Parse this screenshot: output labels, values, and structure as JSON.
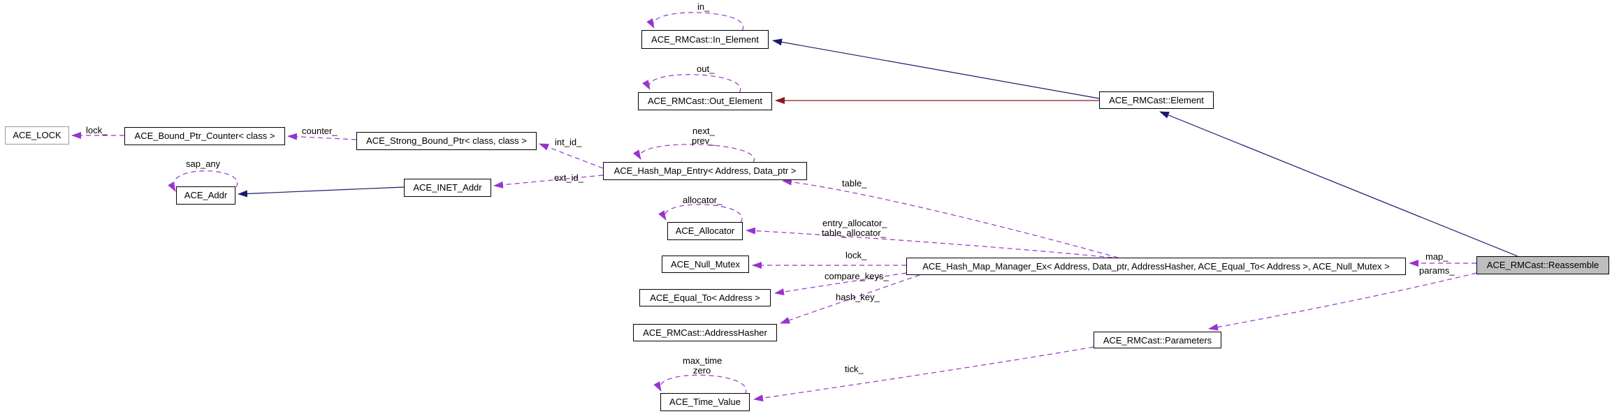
{
  "diagram": {
    "type": "doxygen-collaboration-graph",
    "highlighted_node": "ACE_RMCast::Reassemble",
    "colors": {
      "background": "#ffffff",
      "node_fill": "#ffffff",
      "node_border": "#000000",
      "template_node_border": "#9a9a9a",
      "highlight_node_fill": "#bebebe",
      "inheritance_edge": "#191970",
      "private_inheritance_edge": "#8b1a1a",
      "usage_edge": "#9a32cd",
      "text": "#000000"
    },
    "nodes": [
      {
        "id": "ace-lock",
        "label": "ACE_LOCK"
      },
      {
        "id": "bound-ptr-counter",
        "label": "ACE_Bound_Ptr_Counter< class >"
      },
      {
        "id": "strong-bound-ptr",
        "label": "ACE_Strong_Bound_Ptr< class, class >"
      },
      {
        "id": "in-element",
        "label": "ACE_RMCast::In_Element"
      },
      {
        "id": "out-element",
        "label": "ACE_RMCast::Out_Element"
      },
      {
        "id": "element",
        "label": "ACE_RMCast::Element"
      },
      {
        "id": "hash-map-entry",
        "label": "ACE_Hash_Map_Entry< Address, Data_ptr >"
      },
      {
        "id": "ace-addr",
        "label": "ACE_Addr"
      },
      {
        "id": "inet-addr",
        "label": "ACE_INET_Addr"
      },
      {
        "id": "allocator",
        "label": "ACE_Allocator"
      },
      {
        "id": "null-mutex",
        "label": "ACE_Null_Mutex"
      },
      {
        "id": "equal-to",
        "label": "ACE_Equal_To< Address >"
      },
      {
        "id": "address-hasher",
        "label": "ACE_RMCast::AddressHasher"
      },
      {
        "id": "hash-map-manager",
        "label": "ACE_Hash_Map_Manager_Ex< Address, Data_ptr, AddressHasher, ACE_Equal_To< Address >, ACE_Null_Mutex >"
      },
      {
        "id": "reassemble",
        "label": "ACE_RMCast::Reassemble"
      },
      {
        "id": "parameters",
        "label": "ACE_RMCast::Parameters"
      },
      {
        "id": "time-value",
        "label": "ACE_Time_Value"
      }
    ],
    "edge_labels": [
      {
        "text": "in_"
      },
      {
        "text": "out_"
      },
      {
        "text": "lock_"
      },
      {
        "text": "counter_"
      },
      {
        "text": "sap_any"
      },
      {
        "text": "int_id_"
      },
      {
        "text": "next_"
      },
      {
        "text": "prev_"
      },
      {
        "text": "ext_id_"
      },
      {
        "text": "table_"
      },
      {
        "text": "allocator_"
      },
      {
        "text": "entry_allocator_"
      },
      {
        "text": "table_allocator_"
      },
      {
        "text": "lock_"
      },
      {
        "text": "compare_keys_"
      },
      {
        "text": "hash_key_"
      },
      {
        "text": "map_"
      },
      {
        "text": "params_"
      },
      {
        "text": "tick_"
      },
      {
        "text": "max_time"
      },
      {
        "text": "zero"
      }
    ],
    "edges": [
      {
        "from": "ACE_RMCast::Element",
        "to": "ACE_RMCast::In_Element",
        "kind": "inheritance"
      },
      {
        "from": "ACE_RMCast::Element",
        "to": "ACE_RMCast::Out_Element",
        "kind": "private-inheritance"
      },
      {
        "from": "ACE_RMCast::Reassemble",
        "to": "ACE_RMCast::Element",
        "kind": "inheritance"
      },
      {
        "from": "ACE_INET_Addr",
        "to": "ACE_Addr",
        "kind": "inheritance"
      },
      {
        "from": "ACE_RMCast::In_Element",
        "to": "ACE_RMCast::In_Element",
        "kind": "usage",
        "label": "in_"
      },
      {
        "from": "ACE_RMCast::Out_Element",
        "to": "ACE_RMCast::Out_Element",
        "kind": "usage",
        "label": "out_"
      },
      {
        "from": "ACE_Bound_Ptr_Counter< class >",
        "to": "ACE_LOCK",
        "kind": "usage",
        "label": "lock_"
      },
      {
        "from": "ACE_Strong_Bound_Ptr< class, class >",
        "to": "ACE_Bound_Ptr_Counter< class >",
        "kind": "usage",
        "label": "counter_"
      },
      {
        "from": "ACE_Addr",
        "to": "ACE_Addr",
        "kind": "usage",
        "label": "sap_any"
      },
      {
        "from": "ACE_Hash_Map_Entry< Address, Data_ptr >",
        "to": "ACE_Strong_Bound_Ptr< class, class >",
        "kind": "usage",
        "label": "int_id_"
      },
      {
        "from": "ACE_Hash_Map_Entry< Address, Data_ptr >",
        "to": "ACE_Hash_Map_Entry< Address, Data_ptr >",
        "kind": "usage",
        "label": "next_ prev_"
      },
      {
        "from": "ACE_Hash_Map_Entry< Address, Data_ptr >",
        "to": "ACE_INET_Addr",
        "kind": "usage",
        "label": "ext_id_"
      },
      {
        "from": "ACE_Hash_Map_Manager_Ex< Address, Data_ptr, AddressHasher, ACE_Equal_To< Address >, ACE_Null_Mutex >",
        "to": "ACE_Hash_Map_Entry< Address, Data_ptr >",
        "kind": "usage",
        "label": "table_"
      },
      {
        "from": "ACE_Allocator",
        "to": "ACE_Allocator",
        "kind": "usage",
        "label": "allocator_"
      },
      {
        "from": "ACE_Hash_Map_Manager_Ex< Address, Data_ptr, AddressHasher, ACE_Equal_To< Address >, ACE_Null_Mutex >",
        "to": "ACE_Allocator",
        "kind": "usage",
        "label": "entry_allocator_ table_allocator_"
      },
      {
        "from": "ACE_Hash_Map_Manager_Ex< Address, Data_ptr, AddressHasher, ACE_Equal_To< Address >, ACE_Null_Mutex >",
        "to": "ACE_Null_Mutex",
        "kind": "usage",
        "label": "lock_"
      },
      {
        "from": "ACE_Hash_Map_Manager_Ex< Address, Data_ptr, AddressHasher, ACE_Equal_To< Address >, ACE_Null_Mutex >",
        "to": "ACE_Equal_To< Address >",
        "kind": "usage",
        "label": "compare_keys_"
      },
      {
        "from": "ACE_Hash_Map_Manager_Ex< Address, Data_ptr, AddressHasher, ACE_Equal_To< Address >, ACE_Null_Mutex >",
        "to": "ACE_RMCast::AddressHasher",
        "kind": "usage",
        "label": "hash_key_"
      },
      {
        "from": "ACE_RMCast::Reassemble",
        "to": "ACE_Hash_Map_Manager_Ex< Address, Data_ptr, AddressHasher, ACE_Equal_To< Address >, ACE_Null_Mutex >",
        "kind": "usage",
        "label": "map_"
      },
      {
        "from": "ACE_RMCast::Reassemble",
        "to": "ACE_RMCast::Parameters",
        "kind": "usage",
        "label": "params_"
      },
      {
        "from": "ACE_RMCast::Parameters",
        "to": "ACE_Time_Value",
        "kind": "usage",
        "label": "tick_"
      },
      {
        "from": "ACE_Time_Value",
        "to": "ACE_Time_Value",
        "kind": "usage",
        "label": "max_time zero"
      }
    ]
  }
}
